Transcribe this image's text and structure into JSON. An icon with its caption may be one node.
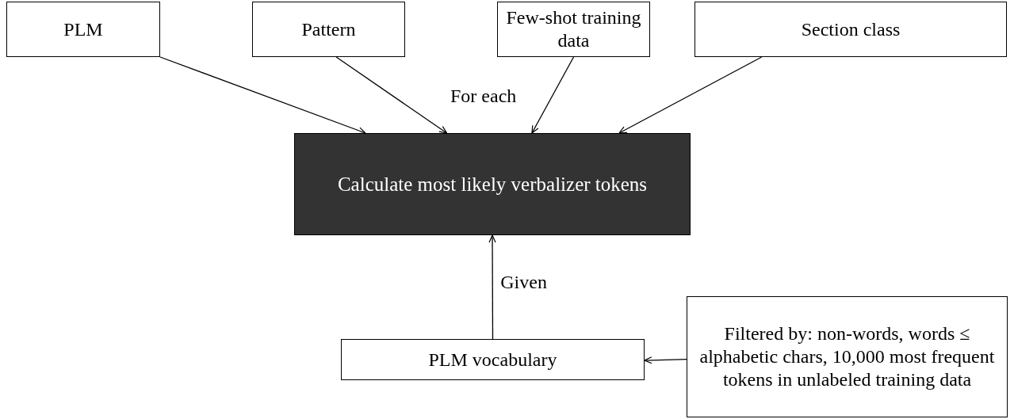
{
  "diagram": {
    "nodes": [
      {
        "text": [
          "PLM"
        ]
      },
      {
        "text": [
          "Pattern"
        ]
      },
      {
        "text": [
          "Few-shot training data"
        ]
      },
      {
        "text": [
          "Section class"
        ]
      },
      {
        "text": [
          "Calculate most likely verbalizer tokens"
        ]
      },
      {
        "text": [
          "PLM vocabulary"
        ]
      },
      {
        "text": [
          "Filtered by: non-words, words ≤ alphabetic chars, 10,000 most frequent tokens in unlabeled training data"
        ]
      }
    ],
    "edges": [
      {
        "from": 0,
        "to": 4,
        "arrow": "to"
      },
      {
        "from": 1,
        "to": 4,
        "arrow": "to"
      },
      {
        "from": 2,
        "to": 4,
        "arrow": "to"
      },
      {
        "from": 3,
        "to": 4,
        "arrow": "to"
      },
      {
        "from": 5,
        "to": 4,
        "arrow": "to",
        "label": "Given"
      },
      {
        "from": 6,
        "to": 5,
        "arrow": "to"
      }
    ],
    "labels": [
      "For each"
    ]
  }
}
